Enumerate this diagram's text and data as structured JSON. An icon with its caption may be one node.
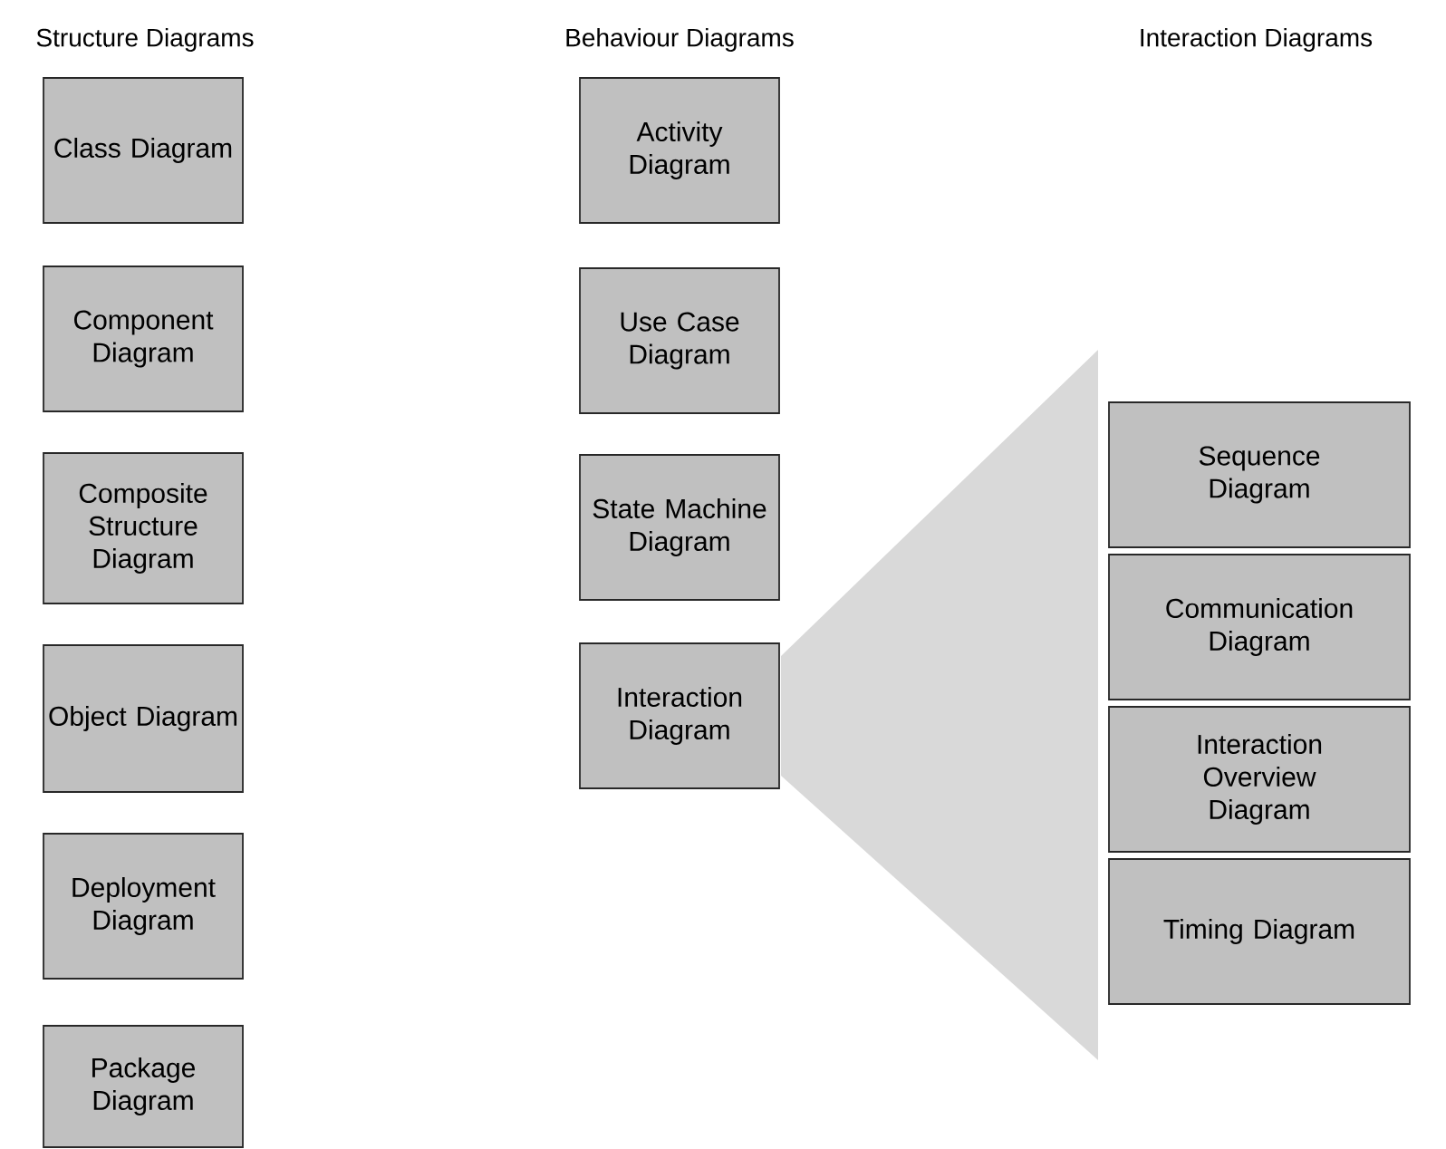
{
  "diagram": {
    "nodes": [
      {
        "text": [
          "Class Diagram"
        ]
      },
      {
        "text": [
          "Component Diagram"
        ]
      },
      {
        "text": [
          "Composite Structure Diagram"
        ]
      },
      {
        "text": [
          "Object Diagram"
        ]
      },
      {
        "text": [
          "Deployment Diagram"
        ]
      },
      {
        "text": [
          "Package Diagram"
        ]
      },
      {
        "text": [
          "Activity Diagram"
        ]
      },
      {
        "text": [
          "Use Case Diagram"
        ]
      },
      {
        "text": [
          "State Machine Diagram"
        ]
      },
      {
        "text": [
          "Interaction Diagram"
        ]
      },
      {
        "text": [
          "Sequence Diagram"
        ]
      },
      {
        "text": [
          "Communication Diagram"
        ]
      },
      {
        "text": [
          "Interaction Overview Diagram"
        ]
      },
      {
        "text": [
          "Timing Diagram"
        ]
      }
    ],
    "labels": [
      "Structure Diagrams",
      "Behaviour Diagrams",
      "Interaction Diagrams"
    ]
  }
}
